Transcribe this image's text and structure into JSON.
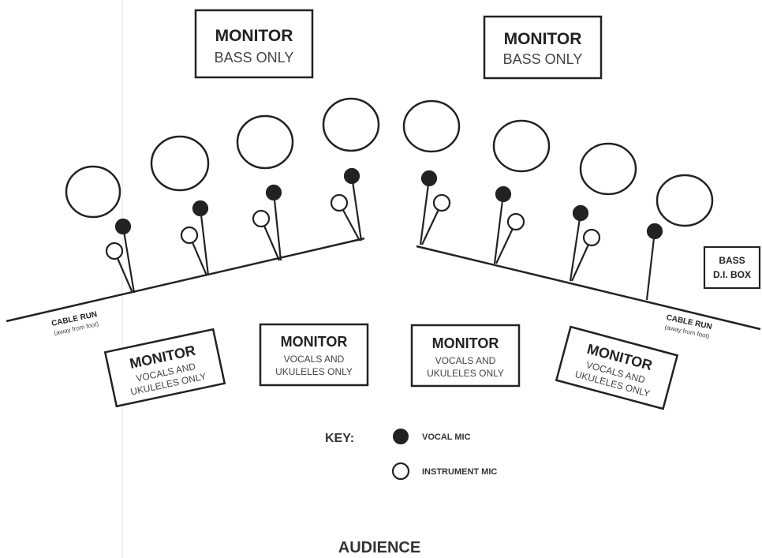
{
  "monitors": {
    "bass_left": {
      "title": "MONITOR",
      "line1": "BASS ONLY"
    },
    "bass_right": {
      "title": "MONITOR",
      "line1": "BASS ONLY"
    },
    "vocal_1": {
      "title": "MONITOR",
      "line1": "VOCALS AND",
      "line2": "UKULELES ONLY"
    },
    "vocal_2": {
      "title": "MONITOR",
      "line1": "VOCALS AND",
      "line2": "UKULELES ONLY"
    },
    "vocal_3": {
      "title": "MONITOR",
      "line1": "VOCALS AND",
      "line2": "UKULELES ONLY"
    },
    "vocal_4": {
      "title": "MONITOR",
      "line1": "VOCALS AND",
      "line2": "UKULELES ONLY"
    }
  },
  "bass_di": {
    "line1": "BASS",
    "line2": "D.I. BOX"
  },
  "cable_run_left": {
    "title": "CABLE RUN",
    "sub": "(away from foot)"
  },
  "cable_run_right": {
    "title": "CABLE RUN",
    "sub": "(away from foot)"
  },
  "key": {
    "label": "KEY:",
    "vocal": "VOCAL MIC",
    "instrument": "INSTRUMENT MIC"
  },
  "audience": "AUDIENCE"
}
